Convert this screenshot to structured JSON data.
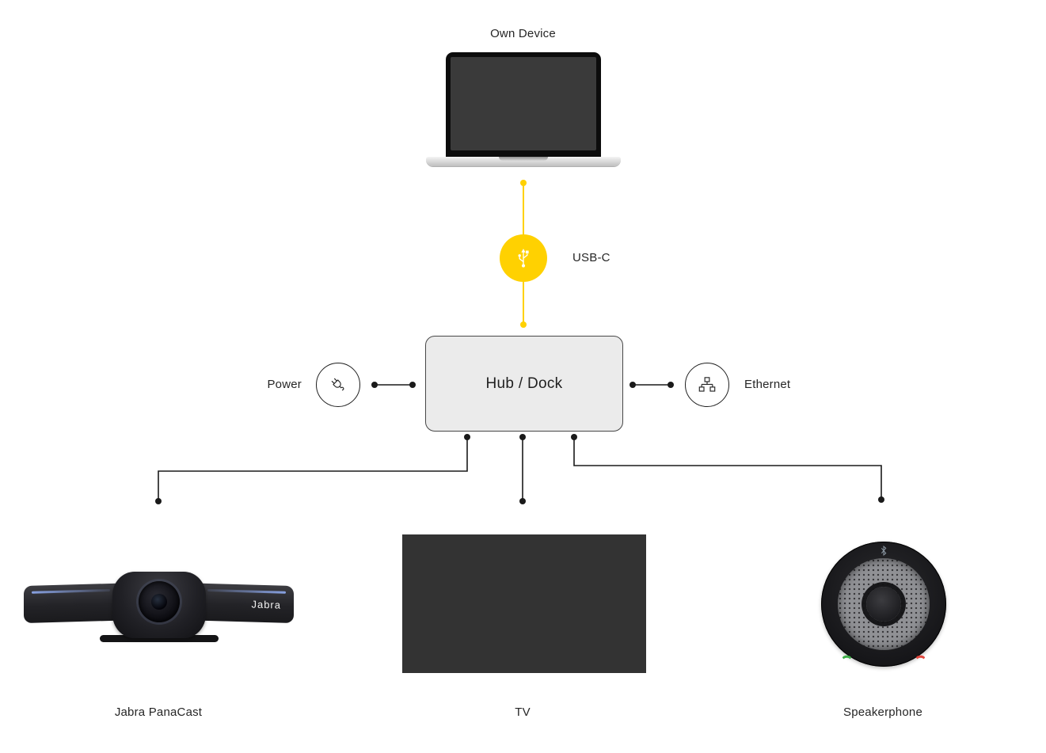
{
  "diagram": {
    "own_device": {
      "label": "Own Device"
    },
    "usb": {
      "label": "USB-C",
      "icon": "usb-icon",
      "color": "#FFD101"
    },
    "hub": {
      "label": "Hub / Dock",
      "fill": "#EBEBEB"
    },
    "power": {
      "label": "Power",
      "icon": "power-plug-icon"
    },
    "ethernet": {
      "label": "Ethernet",
      "icon": "ethernet-icon"
    },
    "panacast": {
      "label": "Jabra PanaCast",
      "brand_text": "Jabra"
    },
    "tv": {
      "label": "TV"
    },
    "speakerphone": {
      "label": "Speakerphone",
      "icons": [
        "bluetooth-icon",
        "answer-call-icon",
        "end-call-icon"
      ]
    },
    "line_color": "#1A1A1A"
  }
}
